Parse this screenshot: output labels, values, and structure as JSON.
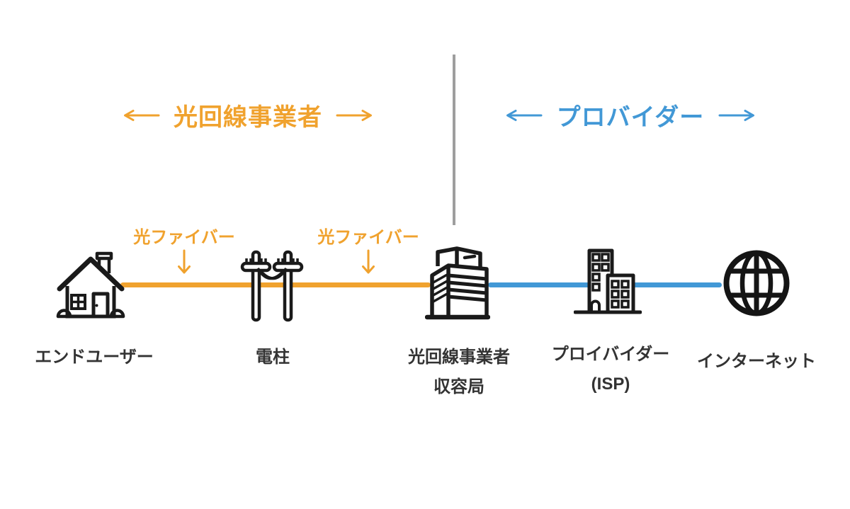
{
  "diagram": {
    "sections": {
      "left": {
        "label": "光回線事業者",
        "color": "#f0a22e"
      },
      "right": {
        "label": "プロバイダー",
        "color": "#4298d6"
      }
    },
    "fiber_labels": [
      {
        "text": "光ファイバー"
      },
      {
        "text": "光ファイバー"
      }
    ],
    "nodes": [
      {
        "id": "end-user",
        "label1": "エンドユーザー"
      },
      {
        "id": "utility-pole",
        "label1": "電柱"
      },
      {
        "id": "central-office",
        "label1": "光回線事業者",
        "label2": "収容局"
      },
      {
        "id": "isp",
        "label1": "プロイバイダー",
        "label2": "(ISP)"
      },
      {
        "id": "internet",
        "label1": "インターネット"
      }
    ],
    "links": [
      {
        "from": "end-user",
        "to": "central-office",
        "type": "optical-fiber",
        "color": "#f0a22e"
      },
      {
        "from": "central-office",
        "to": "internet",
        "type": "provider",
        "color": "#4298d6"
      }
    ],
    "colors": {
      "orange": "#f0a22e",
      "blue": "#4298d6",
      "divider": "#9e9e9e",
      "label_text": "#333333",
      "icon_stroke": "#1a1a1a"
    }
  }
}
